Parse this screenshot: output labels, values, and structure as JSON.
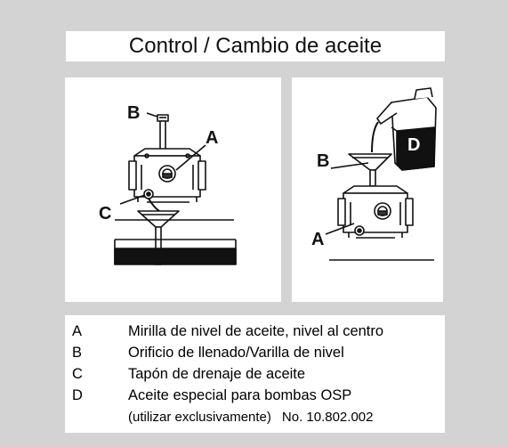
{
  "title": "Control / Cambio de aceite",
  "left_figure": {
    "labels": {
      "a": "A",
      "b": "B",
      "c": "C"
    }
  },
  "right_figure": {
    "labels": {
      "a": "A",
      "b": "B",
      "d": "D"
    }
  },
  "legend": {
    "items": [
      {
        "key": "A",
        "text": "Mirilla de nivel de aceite, nivel al centro"
      },
      {
        "key": "B",
        "text": "Orificio de llenado/Varilla de nivel"
      },
      {
        "key": "C",
        "text": "Tapón de drenaje de aceite"
      },
      {
        "key": "D",
        "text": "Aceite especial para bombas OSP"
      }
    ],
    "note": "(utilizar exclusivamente)",
    "part_number": "No. 10.802.002"
  },
  "colors": {
    "background": "#d3d3d3",
    "panel": "#ffffff",
    "ink": "#111111"
  }
}
